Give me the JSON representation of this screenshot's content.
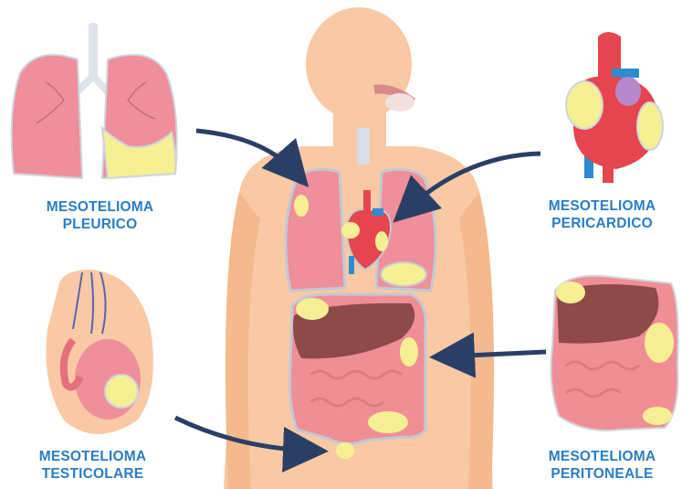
{
  "labels": {
    "pleurico": {
      "line1": "MESOTELIOMA",
      "line2": "PLEURICO"
    },
    "pericardico": {
      "line1": "MESOTELIOMA",
      "line2": "PERICARDICO"
    },
    "testicolare": {
      "line1": "MESOTELIOMA",
      "line2": "TESTICOLARE"
    },
    "peritoneale": {
      "line1": "MESOTELIOMA",
      "line2": "PERITONEALE"
    }
  },
  "colors": {
    "label_text": "#2a7dc4",
    "skin": "#f9c9a5",
    "lung": "#ef8f9b",
    "tumor": "#f7ef94",
    "arrow": "#2b3f66",
    "intestine": "#f08e95",
    "liver": "#8e4a48",
    "heart_red": "#e5454e",
    "heart_blue": "#2d8cd1"
  }
}
